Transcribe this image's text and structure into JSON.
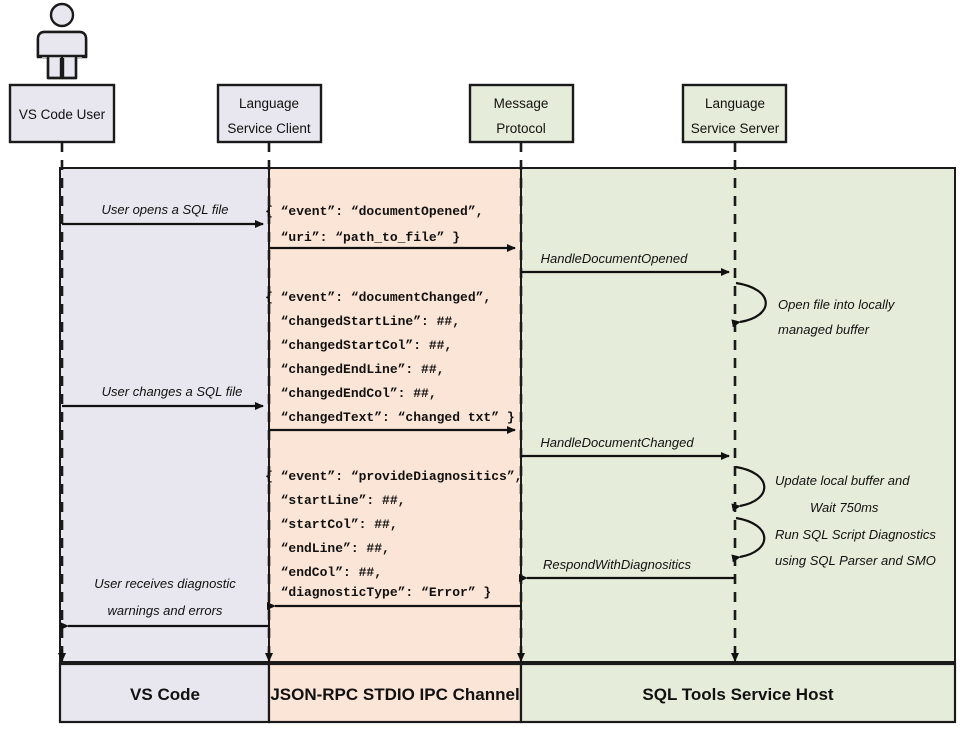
{
  "diagram": {
    "title": "VS Code SQL Tools Language Service sequence diagram",
    "colors": {
      "vscode_band": "#e8e6ef",
      "ipc_band": "#fbe5d6",
      "server_band": "#e6ecda",
      "stroke": "#1a1a1a"
    }
  },
  "actor": {
    "name": "vs-code-user-actor"
  },
  "participants": [
    {
      "id": "vs-code-user",
      "line1": "VS Code User",
      "line2": ""
    },
    {
      "id": "language-service-client",
      "line1": "Language",
      "line2": "Service Client"
    },
    {
      "id": "message-protocol",
      "line1": "Message",
      "line2": "Protocol"
    },
    {
      "id": "language-service-server",
      "line1": "Language",
      "line2": "Service Server"
    }
  ],
  "messages": {
    "user_opens": "User opens a SQL file",
    "user_changes": "User changes a SQL file",
    "user_receives_1": "User receives diagnostic",
    "user_receives_2": "warnings and errors",
    "handle_document_opened": "HandleDocumentOpened",
    "handle_document_changed": "HandleDocumentChanged",
    "respond_with_diagnositics": "RespondWithDiagnositics"
  },
  "self_calls": [
    {
      "id": "open-file-note",
      "line1": "Open file into locally",
      "line2": "managed buffer"
    },
    {
      "id": "update-buffer-note",
      "line1": "Update local buffer and",
      "line2": "Wait 750ms"
    },
    {
      "id": "run-diagnostics-note",
      "line1": "Run SQL Script Diagnostics",
      "line2": "using SQL Parser and SMO"
    }
  ],
  "json_blocks": [
    {
      "id": "document-opened-payload",
      "lines": [
        "{ “event”: “documentOpened”,",
        "  “uri”: “path_to_file” }"
      ]
    },
    {
      "id": "document-changed-payload",
      "lines": [
        "{ “event”: “documentChanged”,",
        "  “changedStartLine”: ##,",
        "  “changedStartCol”: ##,",
        "  “changedEndLine”: ##,",
        "  “changedEndCol”: ##,",
        "  “changedText”: “changed txt” }"
      ]
    },
    {
      "id": "provide-diagnositics-payload",
      "lines": [
        "{ “event”: “provideDiagnositics”,",
        "  “startLine”: ##,",
        "  “startCol”: ##,",
        "  “endLine”: ##,",
        "  “endCol”: ##,",
        "  “diagnosticType”: “Error” }"
      ]
    }
  ],
  "footer": [
    {
      "id": "vs-code",
      "label": "VS Code"
    },
    {
      "id": "json-rpc-stdio-ipc-channel",
      "label": "JSON-RPC STDIO IPC Channel"
    },
    {
      "id": "sql-tools-service-host",
      "label": "SQL Tools Service Host"
    }
  ]
}
